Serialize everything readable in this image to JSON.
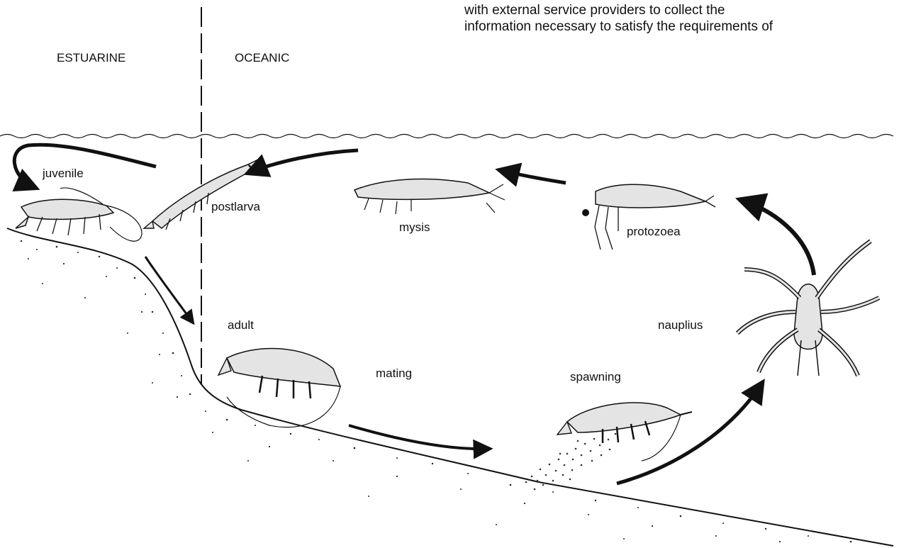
{
  "note_lines": [
    "with external service providers to collect the",
    "information necessary to satisfy the requirements of"
  ],
  "zones": {
    "left": "ESTUARINE",
    "right": "OCEANIC"
  },
  "stages": {
    "juvenile": "juvenile",
    "postlarva": "postlarva",
    "mysis": "mysis",
    "protozoea": "protozoea",
    "nauplius": "nauplius",
    "adult": "adult",
    "mating": "mating",
    "spawning": "spawning"
  },
  "colors": {
    "ink": "#111111",
    "shrimp_fill": "#e4e4e4",
    "paper": "#ffffff"
  }
}
